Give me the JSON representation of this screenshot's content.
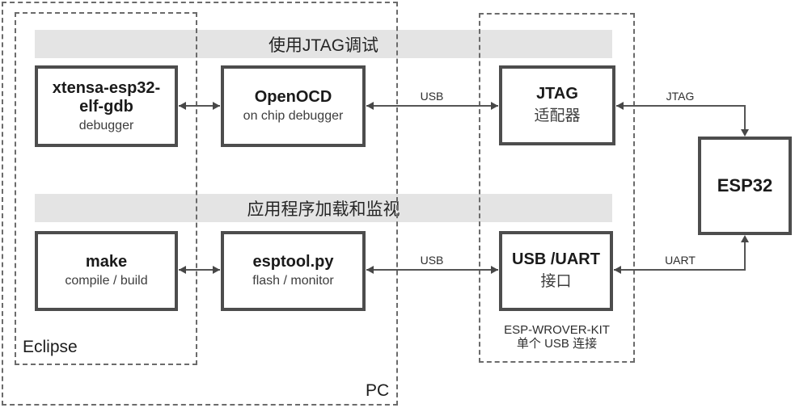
{
  "diagram": {
    "outer_group_label": "PC",
    "eclipse_group_label": "Eclipse",
    "banners": [
      {
        "label": "使用JTAG调试"
      },
      {
        "label": "应用程序加载和监视"
      }
    ],
    "nodes": {
      "gdb": {
        "title_line1": "xtensa-esp32-",
        "title_line2": "elf-gdb",
        "subtitle": "debugger"
      },
      "openocd": {
        "title": "OpenOCD",
        "subtitle": "on chip debugger"
      },
      "jtag_adapter": {
        "title": "JTAG",
        "subtitle": "适配器"
      },
      "esp32": {
        "title": "ESP32"
      },
      "make": {
        "title": "make",
        "subtitle": "compile / build"
      },
      "esptool": {
        "title": "esptool.py",
        "subtitle": "flash / monitor"
      },
      "usb_uart": {
        "title": "USB /UART",
        "subtitle": "接口"
      }
    },
    "wire_labels": {
      "usb_top": "USB",
      "jtag": "JTAG",
      "usb_bottom": "USB",
      "uart": "UART"
    },
    "kit_caption": {
      "line1": "ESP-WROVER-KIT",
      "line2": "单个 USB 连接"
    },
    "colors": {
      "banner_bg": "#e4e4e4",
      "box_border": "#4d4d4d",
      "dashed_border": "#6b6b6b",
      "wire": "#555555"
    }
  }
}
